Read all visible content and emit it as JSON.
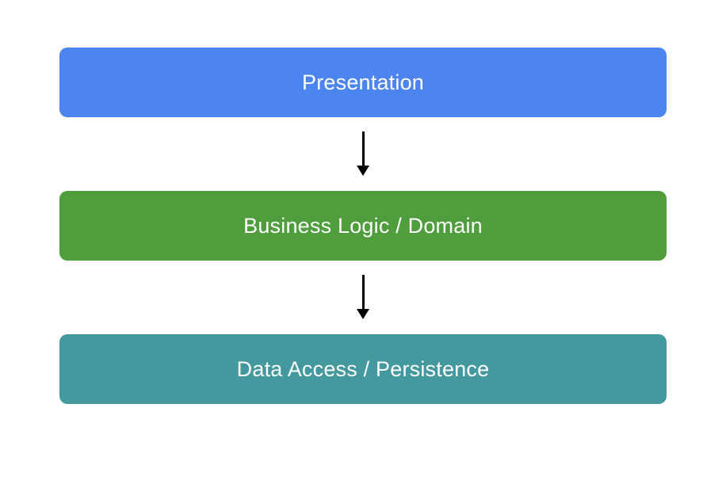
{
  "diagram": {
    "background": "#ffffff",
    "arrow_color": "#000000",
    "layers": [
      {
        "label": "Presentation",
        "color": "#4c84f0"
      },
      {
        "label": "Business Logic / Domain",
        "color": "#4f9d3c"
      },
      {
        "label": "Data Access / Persistence",
        "color": "#44999e"
      }
    ]
  }
}
